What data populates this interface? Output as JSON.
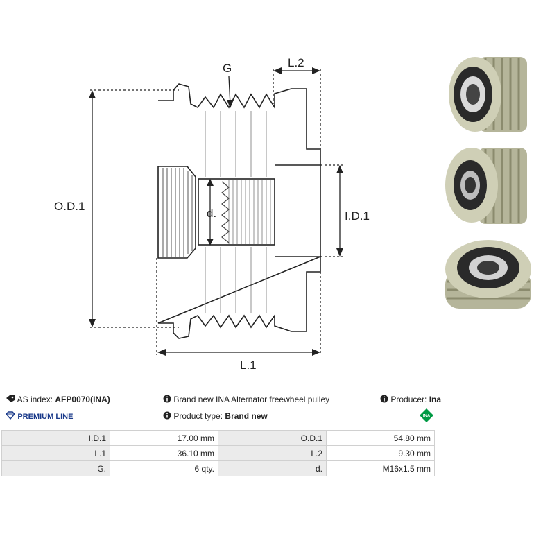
{
  "drawing": {
    "labels": {
      "od": "O.D.1",
      "id": "I.D.1",
      "l1": "L.1",
      "l2": "L.2",
      "g": "G",
      "d": "d."
    }
  },
  "info": {
    "as_index_label": "AS index:",
    "as_index_value": "AFP0070(INA)",
    "premium": "PREMIUM LINE",
    "description": "Brand new INA Alternator freewheel pulley",
    "product_type_label": "Product type:",
    "product_type_value": "Brand new",
    "producer_label": "Producer:",
    "producer_value": "Ina",
    "producer_logo_text": "INA"
  },
  "specs": [
    {
      "l1": "I.D.1",
      "v1": "17.00 mm",
      "l2": "O.D.1",
      "v2": "54.80 mm"
    },
    {
      "l1": "L.1",
      "v1": "36.10 mm",
      "l2": "L.2",
      "v2": "9.30 mm"
    },
    {
      "l1": "G.",
      "v1": "6 qty.",
      "l2": "d.",
      "v2": "M16x1.5 mm"
    }
  ],
  "colors": {
    "accent_blue": "#1a3a8a",
    "ina_green": "#009a44"
  }
}
